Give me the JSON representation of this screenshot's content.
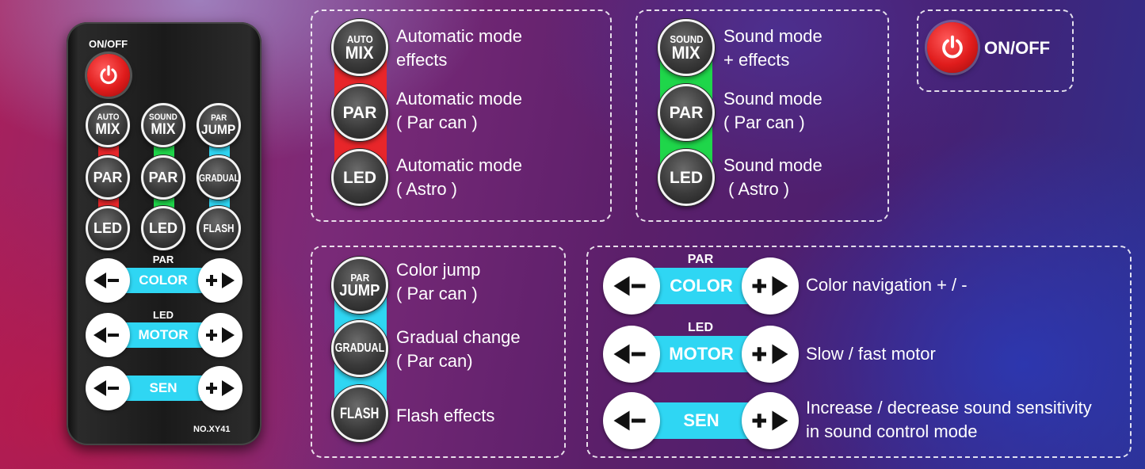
{
  "remote": {
    "power_label": "ON/OFF",
    "model": "NO.XY41",
    "rows": [
      {
        "a_top": "AUTO",
        "a_main": "MIX",
        "b_top": "SOUND",
        "b_main": "MIX",
        "c_top": "PAR",
        "c_main": "JUMP"
      },
      {
        "a_main": "PAR",
        "b_main": "PAR",
        "c_main": "GRADUAL"
      },
      {
        "a_main": "LED",
        "b_main": "LED",
        "c_main": "FLASH"
      }
    ],
    "bars": [
      {
        "top": "PAR",
        "label": "COLOR"
      },
      {
        "top": "LED",
        "label": "MOTOR"
      },
      {
        "top": "",
        "label": "SEN"
      }
    ],
    "minus": "–",
    "plus": "+"
  },
  "auto_panel": {
    "buttons": [
      {
        "top": "AUTO",
        "main": "MIX"
      },
      {
        "main": "PAR"
      },
      {
        "main": "LED"
      }
    ],
    "descs": [
      {
        "line1": "Automatic mode",
        "line2": "effects"
      },
      {
        "line1": "Automatic mode",
        "line2": "( Par can )"
      },
      {
        "line1": "Automatic mode",
        "line2": "( Astro )"
      }
    ]
  },
  "sound_panel": {
    "buttons": [
      {
        "top": "SOUND",
        "main": "MIX"
      },
      {
        "main": "PAR"
      },
      {
        "main": "LED"
      }
    ],
    "descs": [
      {
        "line1": "Sound mode",
        "line2": "+ effects"
      },
      {
        "line1": "Sound mode",
        "line2": "( Par can )"
      },
      {
        "line1": "Sound mode",
        "line2": " ( Astro )"
      }
    ]
  },
  "power_panel": {
    "label": "ON/OFF"
  },
  "par_panel": {
    "buttons": [
      {
        "top": "PAR",
        "main": "JUMP"
      },
      {
        "main": "GRADUAL"
      },
      {
        "main": "FLASH"
      }
    ],
    "descs": [
      {
        "line1": "Color jump",
        "line2": "( Par can )"
      },
      {
        "line1": "Gradual change",
        "line2": "( Par can)"
      },
      {
        "line1": "Flash effects",
        "line2": ""
      }
    ]
  },
  "nav_panel": {
    "rows": [
      {
        "top": "PAR",
        "label": "COLOR",
        "desc1": "Color navigation + / -",
        "desc2": ""
      },
      {
        "top": "LED",
        "label": "MOTOR",
        "desc1": "Slow / fast motor",
        "desc2": ""
      },
      {
        "top": "",
        "label": "SEN",
        "desc1": "Increase / decrease sound sensitivity",
        "desc2": "in sound control mode"
      }
    ]
  },
  "colors": {
    "red_strip": "#e8262a",
    "green_strip": "#1fd64a",
    "cyan_strip": "#2fd6f3",
    "power_red": "#e01c1c"
  }
}
